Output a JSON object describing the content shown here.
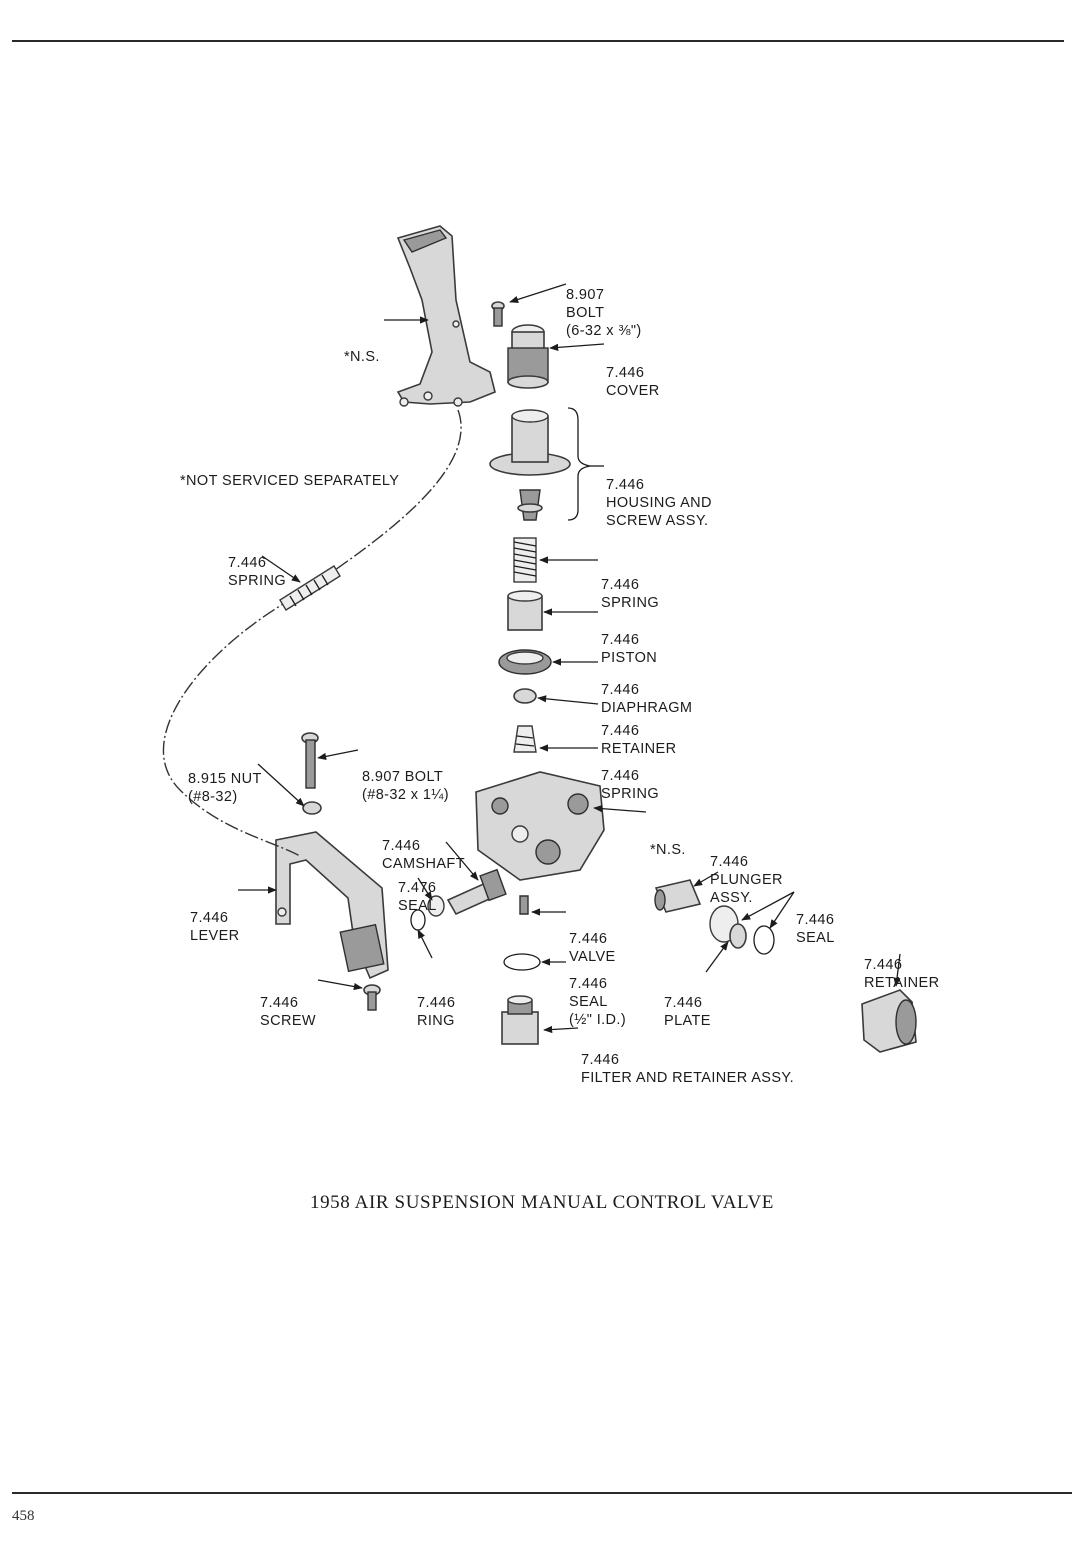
{
  "page": {
    "caption": "1958 AIR SUSPENSION MANUAL CONTROL VALVE",
    "page_number": "458",
    "note": "*NOT SERVICED SEPARATELY"
  },
  "labels": {
    "ns_bracket": [
      "*N.S."
    ],
    "bolt_top": [
      "8.907",
      "BOLT",
      "(6-32 x ⅜\")"
    ],
    "cover": [
      "7.446",
      "COVER"
    ],
    "housing": [
      "7.446",
      "HOUSING AND",
      "SCREW ASSY."
    ],
    "spring_cable": [
      "7.446",
      "SPRING"
    ],
    "spring_upper": [
      "7.446",
      "SPRING"
    ],
    "piston": [
      "7.446",
      "PISTON"
    ],
    "diaphragm": [
      "7.446",
      "DIAPHRAGM"
    ],
    "retainer_small": [
      "7.446",
      "RETAINER"
    ],
    "nut": [
      "8.915 NUT",
      "(#8-32)"
    ],
    "bolt_lower": [
      "8.907 BOLT",
      "(#8-32 x 1¼)"
    ],
    "spring_lower": [
      "7.446",
      "SPRING"
    ],
    "camshaft": [
      "7.446",
      "CAMSHAFT"
    ],
    "ns_body": [
      "*N.S."
    ],
    "plunger": [
      "7.446",
      "PLUNGER",
      "ASSY."
    ],
    "seal_camshaft": [
      "7.476",
      "SEAL"
    ],
    "lever": [
      "7.446",
      "LEVER"
    ],
    "valve": [
      "7.446",
      "VALVE"
    ],
    "seal_pair": [
      "7.446",
      "SEAL"
    ],
    "retainer_large": [
      "7.446",
      "RETAINER"
    ],
    "seal_half": [
      "7.446",
      "SEAL",
      "(½\" I.D.)"
    ],
    "screw": [
      "7.446",
      "SCREW"
    ],
    "ring": [
      "7.446",
      "RING"
    ],
    "plate": [
      "7.446",
      "PLATE"
    ],
    "filter": [
      "7.446",
      "FILTER AND RETAINER ASSY."
    ]
  },
  "colors": {
    "ink": "#1c1c1c",
    "part_fill": "#d8d8d8",
    "part_shadow": "#9a9a9a"
  }
}
